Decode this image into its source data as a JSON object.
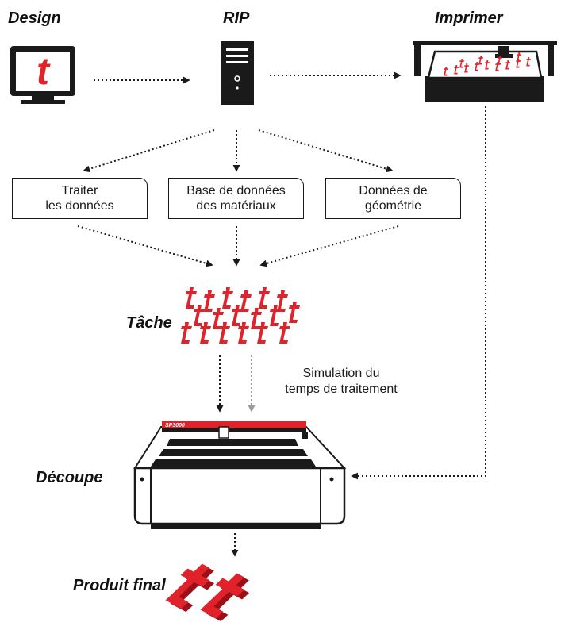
{
  "stages": {
    "design": "Design",
    "rip": "RIP",
    "printer": "Imprimer",
    "job": "Tâche",
    "cutter": "Découpe",
    "final": "Produit final"
  },
  "boxes": {
    "process": {
      "line1": "Traiter",
      "line2": "les données"
    },
    "materials": {
      "line1": "Base de données",
      "line2": "des matériaux"
    },
    "geometry": {
      "line1": "Données de",
      "line2": "géométrie"
    }
  },
  "simulation": {
    "line1": "Simulation du",
    "line2": "temps de traitement"
  },
  "cutter_model": "SP3000",
  "design_glyph": "t",
  "colors": {
    "accent": "#e0232b",
    "ink": "#1a1a1a",
    "gray": "#9a9a9a"
  }
}
